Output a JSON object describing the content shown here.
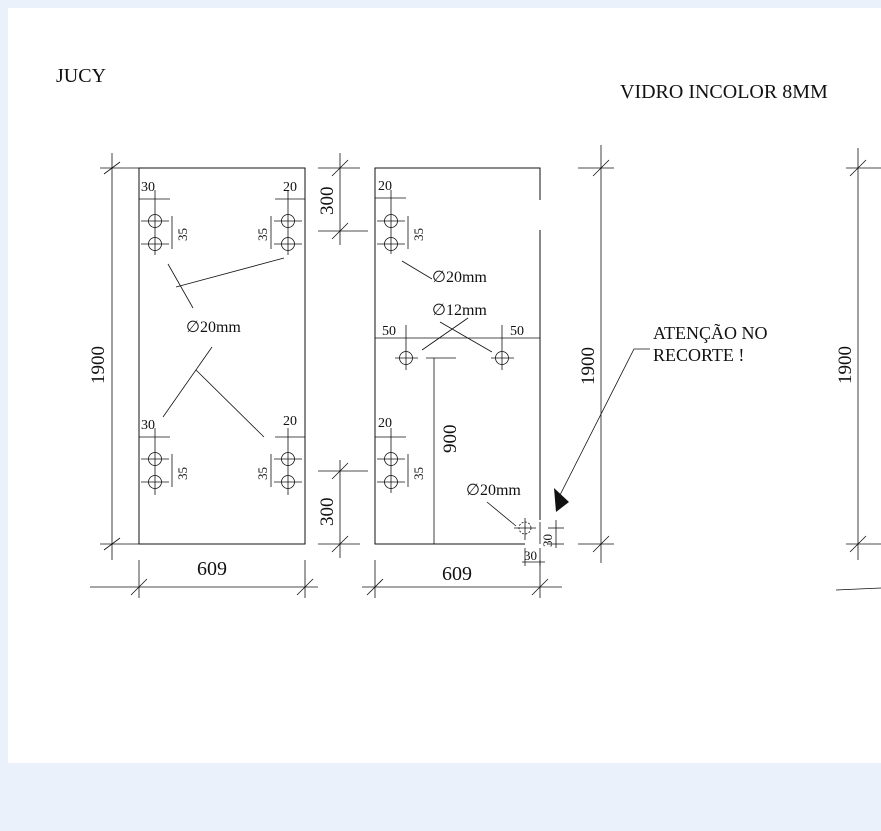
{
  "header": {
    "client": "JUCY",
    "material": "VIDRO INCOLOR 8MM"
  },
  "left_panel": {
    "width": "609",
    "height": "1900",
    "offset_top_left": "30",
    "offset_top_right": "20",
    "offset_bottom_left": "30",
    "offset_bottom_right": "20",
    "hole_spacing": "35",
    "hole_diameter": "∅20mm"
  },
  "right_panel": {
    "width": "609",
    "height": "1900",
    "top_offset": "20",
    "bottom_offset": "20",
    "hole_spacing": "35",
    "hole_diameter_top": "∅20mm",
    "handle_diameter": "∅12mm",
    "handle_offset_left": "50",
    "handle_offset_right": "50",
    "handle_height": "900",
    "hole_diameter_bottom": "∅20mm",
    "cutout_x": "30",
    "cutout_y": "30"
  },
  "between": {
    "dim_top": "300",
    "dim_bottom": "300"
  },
  "note": {
    "line1": "ATENÇÃO NO",
    "line2": "RECORTE !"
  },
  "third_panel": {
    "height": "1900"
  }
}
